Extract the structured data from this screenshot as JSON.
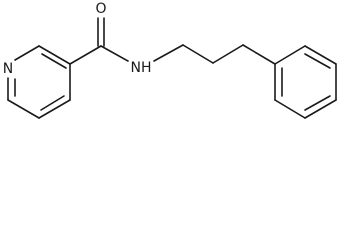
{
  "atoms": {
    "pyridine_nitrogen": "N",
    "carbonyl_oxygen": "O",
    "amide_nitrogen_hydrogen": "NH"
  }
}
